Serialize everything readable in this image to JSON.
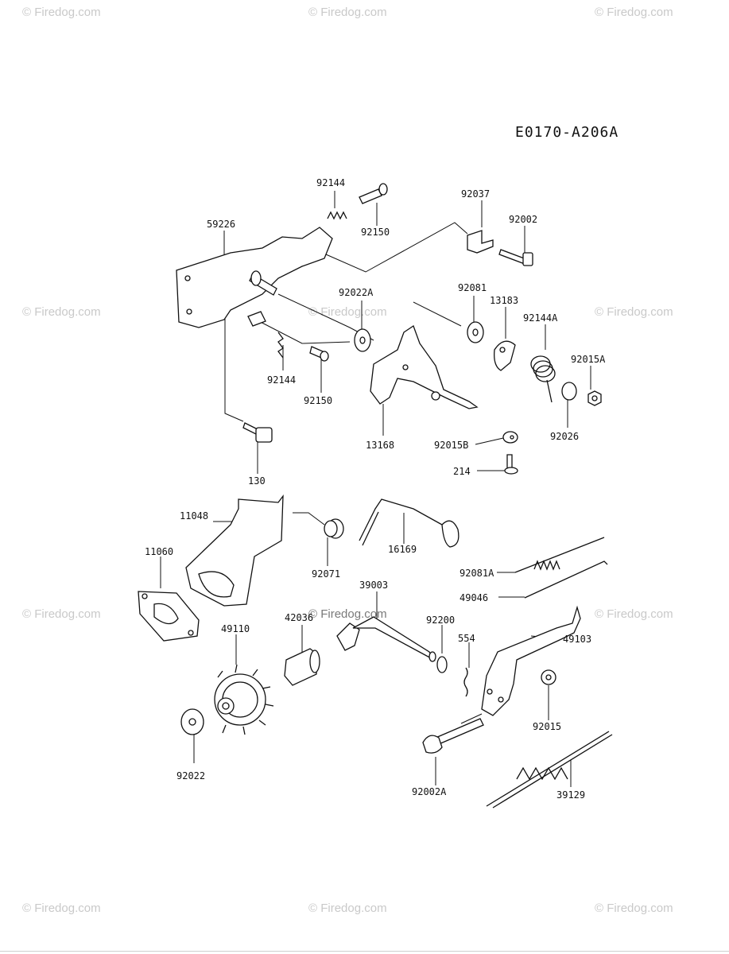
{
  "diagram_code": "E0170-A206A",
  "watermark": "© Firedog.com",
  "parts": {
    "p92144a": "92144",
    "p92150a": "92150",
    "p92037": "92037",
    "p92002": "92002",
    "p59226": "59226",
    "p92022A": "92022A",
    "p92081": "92081",
    "p13183": "13183",
    "p92144A": "92144A",
    "p92015A": "92015A",
    "p92144b": "92144",
    "p92150b": "92150",
    "p92026": "92026",
    "p13168": "13168",
    "p92015B": "92015B",
    "p214": "214",
    "p130": "130",
    "p11048": "11048",
    "p16169": "16169",
    "p11060": "11060",
    "p92071": "92071",
    "p92081A": "92081A",
    "p39003": "39003",
    "p49046": "49046",
    "p42036": "42036",
    "p49110": "49110",
    "p92200": "92200",
    "p554": "554",
    "p49103": "49103",
    "p92015": "92015",
    "p92022": "92022",
    "p92002A": "92002A",
    "p39129": "39129"
  }
}
